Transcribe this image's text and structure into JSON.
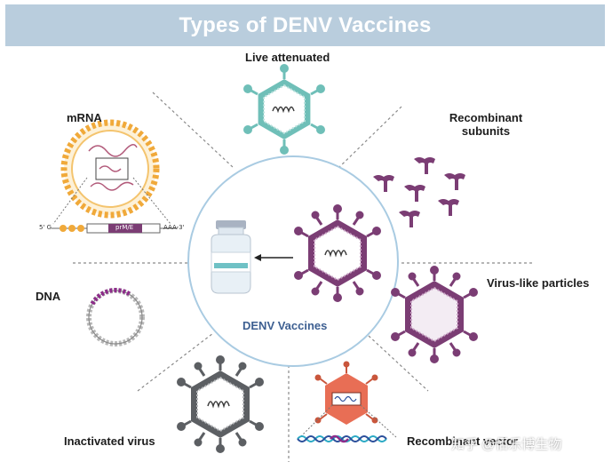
{
  "title": "Types of DENV Vaccines",
  "center_label": "DENV Vaccines",
  "types": {
    "live_attenuated": "Live attenuated",
    "recombinant_subunits_line1": "Recombinant",
    "recombinant_subunits_line2": "subunits",
    "mrna": "mRNA",
    "dna": "DNA",
    "virus_like_particles": "Virus-like particles",
    "inactivated_virus": "Inactivated virus",
    "recombinant_vector": "Recombinant vector"
  },
  "mrna_sequence": {
    "five_prime": "5' G",
    "gene": "prM/E",
    "tail": "AAA-3'"
  },
  "watermark": "知乎 @佰乐博生物",
  "colors": {
    "banner": "#b9cddd",
    "teal": "#6fbfb8",
    "purple": "#7b3d74",
    "gray": "#5c5f63",
    "orange": "#f0a93a",
    "center_text": "#3d5f91"
  }
}
